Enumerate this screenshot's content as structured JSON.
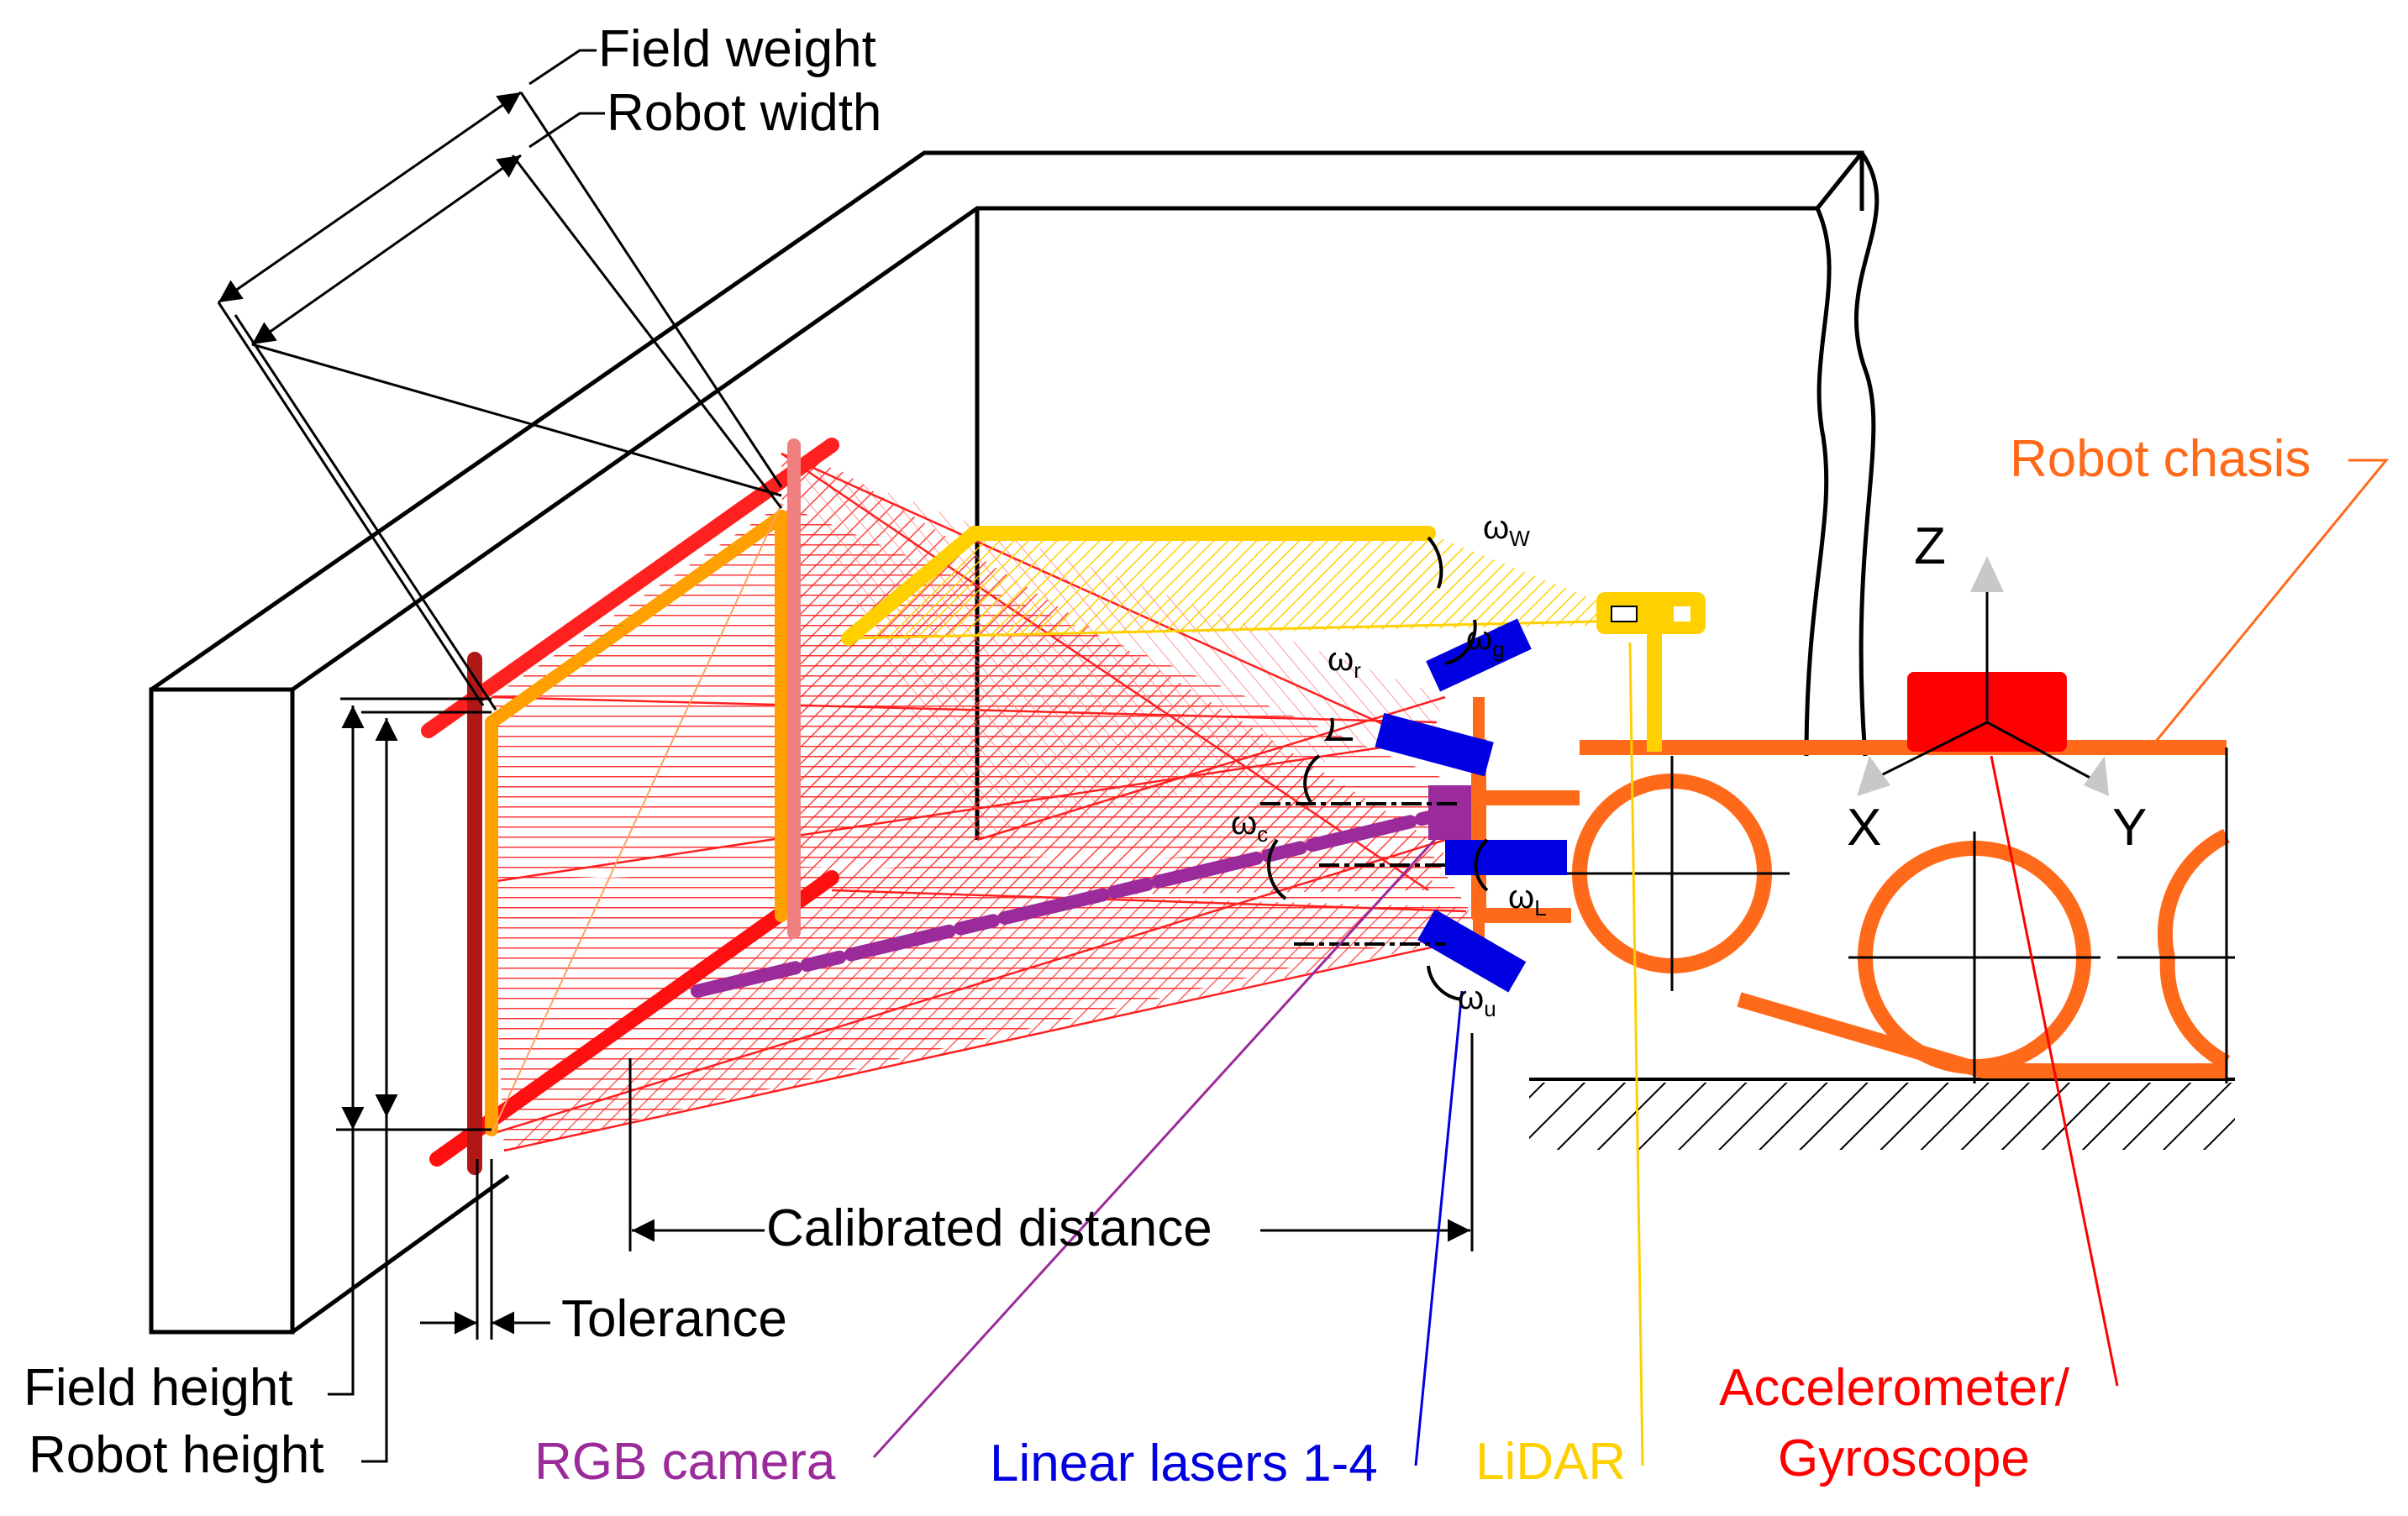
{
  "labels": {
    "field_weight": "Field weight",
    "robot_width": "Robot width",
    "robot_chasis": "Robot chasis",
    "calibrated_distance": "Calibrated distance",
    "tolerance": "Tolerance",
    "field_height": "Field height",
    "robot_height": "Robot height",
    "rgb_camera": "RGB camera",
    "linear_lasers": "Linear lasers 1-4",
    "lidar": "LiDAR",
    "accelerometer": "Accelerometer/",
    "gyroscope": "Gyroscope"
  },
  "axes": {
    "z": "Z",
    "x": "X",
    "y": "Y"
  },
  "angles": {
    "w": {
      "symbol": "ω",
      "sub": "W"
    },
    "g": {
      "symbol": "ω",
      "sub": "g"
    },
    "r": {
      "symbol": "ω",
      "sub": "r"
    },
    "c": {
      "symbol": "ω",
      "sub": "c"
    },
    "l": {
      "symbol": "ω",
      "sub": "L"
    },
    "u": {
      "symbol": "ω",
      "sub": "u"
    }
  },
  "colors": {
    "outline": "#000000",
    "chassis": "#FF6A1A",
    "laser": "#0000E0",
    "camera": "#9B2A9B",
    "lidar": "#FFD000",
    "sensor": "#FF0000",
    "hatch": "#FF2020",
    "frame_dark": "#B01818",
    "frame_orange": "#FFA000",
    "frame_pink": "#F08080"
  }
}
